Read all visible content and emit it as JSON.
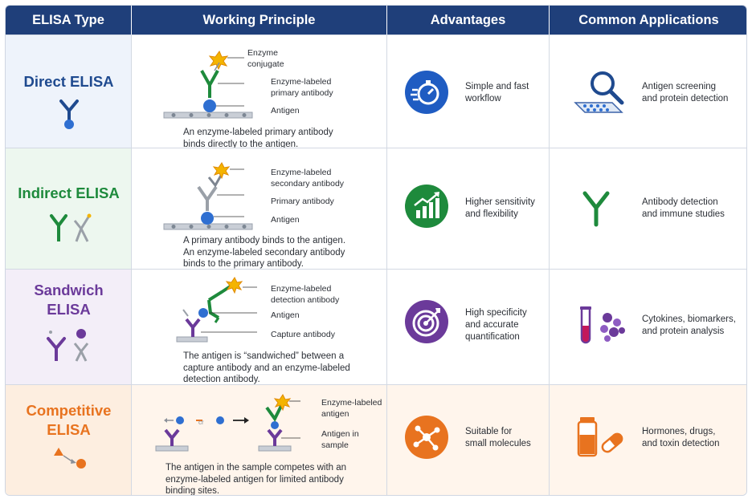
{
  "headers": {
    "type": "ELISA Type",
    "principle": "Working Principle",
    "advantages": "Advantages",
    "applications": "Common Applications"
  },
  "colors": {
    "header_bg": "#1f3f7a",
    "direct": "#1f4a8f",
    "indirect": "#1e8a3c",
    "sandwich": "#6b3a9a",
    "competitive": "#e8731f"
  },
  "rows": [
    {
      "name_lines": [
        "Direct ELISA"
      ],
      "labels": [
        "Enzyme",
        "conjugate",
        "Enzyme-labeled",
        "primary antibody",
        "Antigen"
      ],
      "description": [
        "An enzyme-labeled primary antibody",
        "binds directly to the antigen."
      ],
      "advantage": [
        "Simple and fast",
        "workflow"
      ],
      "application": [
        "Antigen screening",
        "and protein detection"
      ],
      "adv_icon": "stopwatch-icon",
      "app_icon": "magnifier-plate-icon"
    },
    {
      "name_lines": [
        "Indirect ELISA"
      ],
      "labels": [
        "Enzyme-labeled",
        "secondary antibody",
        "Primary antibody",
        "Antigen"
      ],
      "description": [
        "A primary antibody binds to the antigen.",
        "An enzyme-labeled secondary antibody",
        "binds to the primary antibody."
      ],
      "advantage": [
        "Higher sensitivity",
        "and flexibility"
      ],
      "application": [
        "Antibody detection",
        "and immune studies"
      ],
      "adv_icon": "growth-chart-icon",
      "app_icon": "antibody-icon"
    },
    {
      "name_lines": [
        "Sandwich",
        "ELISA"
      ],
      "labels": [
        "Enzyme-labeled",
        "detection antibody",
        "Antigen",
        "Capture antibody"
      ],
      "description": [
        "The antigen is “sandwiched” between a",
        "capture antibody and an enzyme-labeled",
        "detection antibody."
      ],
      "advantage": [
        "High specificity",
        "and accurate",
        "quantification"
      ],
      "application": [
        "Cytokines, biomarkers,",
        "and protein analysis"
      ],
      "adv_icon": "target-icon",
      "app_icon": "test-tube-molecules-icon"
    },
    {
      "name_lines": [
        "Competitive",
        "ELISA"
      ],
      "labels": [
        "Enzyme-labeled",
        "antigen",
        "Antigen in",
        "sample"
      ],
      "description": [
        "The antigen in the sample competes with an",
        "enzyme-labeled antigen for limited antibody",
        "binding sites."
      ],
      "advantage": [
        "Suitable for",
        "small molecules"
      ],
      "application": [
        "Hormones, drugs,",
        "and toxin detection"
      ],
      "adv_icon": "molecule-network-icon",
      "app_icon": "vial-pill-icon"
    }
  ]
}
